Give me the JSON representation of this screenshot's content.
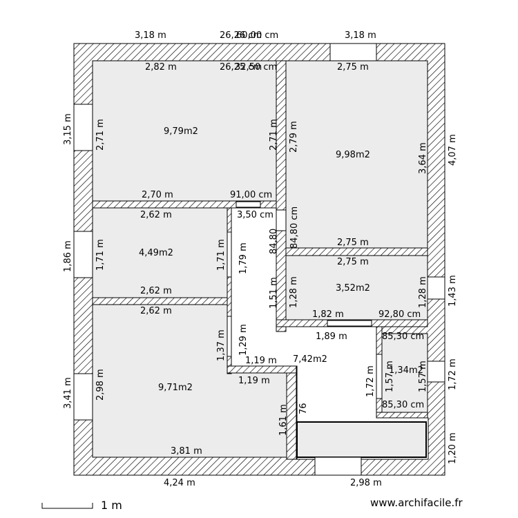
{
  "rooms": [
    {
      "area": "9,79m2"
    },
    {
      "area": "9,98m2"
    },
    {
      "area": "4,49m2"
    },
    {
      "area": "3,52m2"
    },
    {
      "area": "7,42m2"
    },
    {
      "area": "9,71m2"
    },
    {
      "area": "1,34m2"
    }
  ],
  "dimensions": {
    "top_left_outer": "3,18 m",
    "top_mid_a": "26,26 cm",
    "top_mid_b": "60,00 cm",
    "top_right_outer": "3,18 m",
    "room1_top": "2,82 m",
    "top_mid_c": "26,25 cm",
    "top_mid_d": "32,50 cm",
    "room2_top": "2,75 m",
    "left_outer_top": "3,15 m",
    "room1_left": "2,71 m",
    "room1_right": "2,71 m",
    "room2_left": "2,79 m",
    "room2_right": "3,64 m",
    "right_outer_top": "4,07 m",
    "room1_bottom": "2,70 m",
    "door_91": "91,00 cm",
    "room3_top": "2,62 m",
    "door_350": "3,50 cm",
    "room3_v_a": "84,80 cm",
    "room3_v_b": "84,80",
    "room2_bottom": "2,75 m",
    "room4_top": "2,75 m",
    "left_outer_mid": "1,86 m",
    "room3_left": "1,71 m",
    "room3_right": "1,71 m",
    "room3_right_out": "1,79 m",
    "room4_left_out": "1,51 m",
    "room4_left": "1,28 m",
    "room4_right": "1,28 m",
    "right_outer_mid": "1,43 m",
    "room3_bottom": "2,62 m",
    "room5_top": "2,62 m",
    "room4_bottom": "1,82 m",
    "door_928": "92,80 cm",
    "hall_189": "1,89 m",
    "dim_853_top": "85,30 cm",
    "hall_137": "1,37 m",
    "hall_129": "1,29 m",
    "hall_119a": "1,19 m",
    "hall_119b": "1,19 m",
    "left_outer_low": "3,41 m",
    "room5_left": "2,98 m",
    "room7_v_a": "1,72 m",
    "room7_v_b": "1,57 m",
    "room7_v_c": "1,57 m",
    "right_outer_low": "1,72 m",
    "dim_853_bottom": "85,30 cm",
    "hall_161": "1,61 m",
    "hall_76": "76",
    "right_outer_bottom": "1,20 m",
    "room5_bottom": "3,81 m",
    "bottom_outer_left": "4,24 m",
    "bottom_outer_right": "2,98 m"
  },
  "scale": {
    "label": "1 m"
  },
  "footer": {
    "url": "www.archifacile.fr"
  }
}
